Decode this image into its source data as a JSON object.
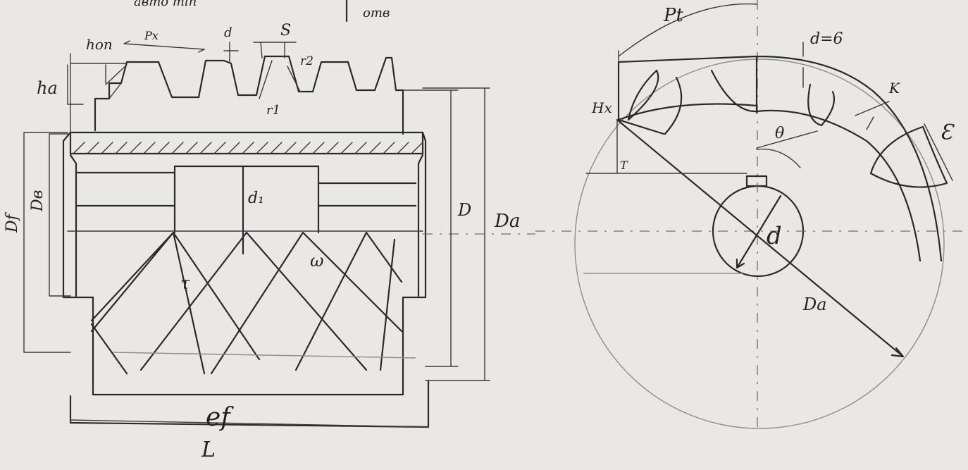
{
  "top_note": {
    "text": "авто min",
    "extra": "отв"
  },
  "left_view": {
    "labels": {
      "h_op": "hоп",
      "p_x": "Рх",
      "delta": "d",
      "s": "S",
      "r2": "r2",
      "r1": "r1",
      "h_a": "hа",
      "d_b": "Dв",
      "d_f": "Df",
      "d1": "d₁",
      "tau": "τ",
      "omega": "ω",
      "d_outer": "D",
      "d_a": "Da",
      "e_f": "ef",
      "l": "L"
    }
  },
  "right_view": {
    "labels": {
      "p_t": "Pt",
      "delta_6": "d=6",
      "h_x": "Hx",
      "t": "T",
      "k": "K",
      "theta": "θ",
      "epsilon": "Ɛ",
      "d": "d",
      "d_a": "Da"
    }
  }
}
